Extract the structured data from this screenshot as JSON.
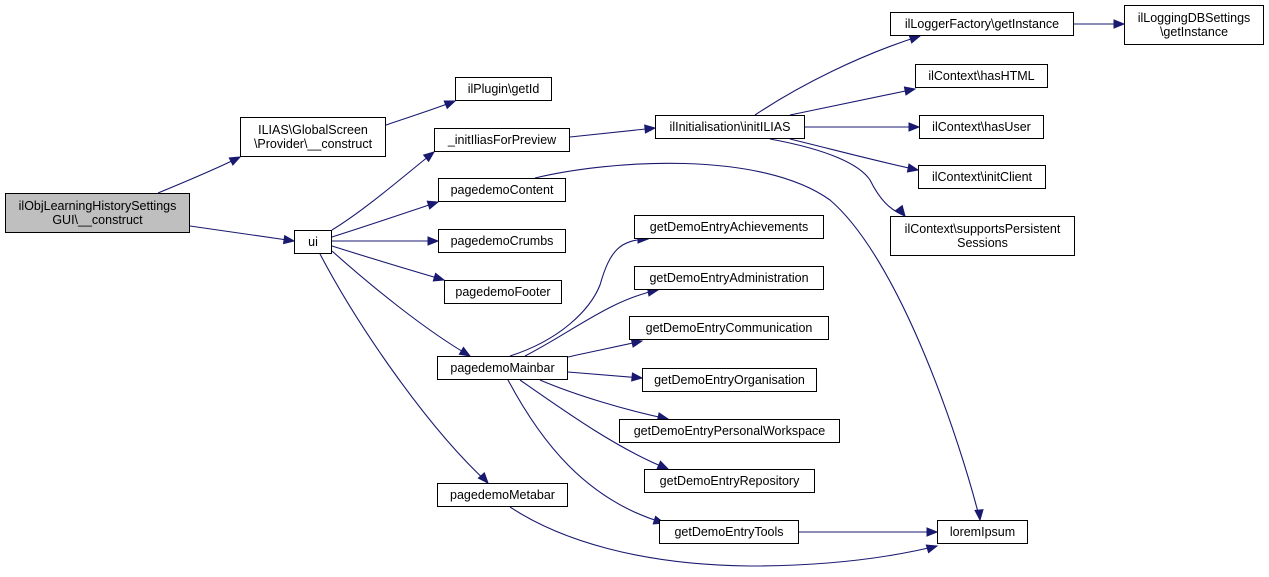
{
  "graph": {
    "nodes": [
      {
        "id": "root",
        "lines": [
          "ilObjLearningHistorySettings",
          "GUI\\__construct"
        ],
        "root": true
      },
      {
        "id": "provider",
        "lines": [
          "ILIAS\\GlobalScreen",
          "\\Provider\\__construct"
        ]
      },
      {
        "id": "ui",
        "lines": [
          "ui"
        ]
      },
      {
        "id": "plugin",
        "lines": [
          "ilPlugin\\getId"
        ]
      },
      {
        "id": "initpreview",
        "lines": [
          "_initIliasForPreview"
        ]
      },
      {
        "id": "content",
        "lines": [
          "pagedemoContent"
        ]
      },
      {
        "id": "crumbs",
        "lines": [
          "pagedemoCrumbs"
        ]
      },
      {
        "id": "footer",
        "lines": [
          "pagedemoFooter"
        ]
      },
      {
        "id": "mainbar",
        "lines": [
          "pagedemoMainbar"
        ]
      },
      {
        "id": "metabar",
        "lines": [
          "pagedemoMetabar"
        ]
      },
      {
        "id": "initilias",
        "lines": [
          "ilInitialisation\\initILIAS"
        ]
      },
      {
        "id": "achievements",
        "lines": [
          "getDemoEntryAchievements"
        ]
      },
      {
        "id": "administration",
        "lines": [
          "getDemoEntryAdministration"
        ]
      },
      {
        "id": "communication",
        "lines": [
          "getDemoEntryCommunication"
        ]
      },
      {
        "id": "organisation",
        "lines": [
          "getDemoEntryOrganisation"
        ]
      },
      {
        "id": "personal",
        "lines": [
          "getDemoEntryPersonalWorkspace"
        ]
      },
      {
        "id": "repository",
        "lines": [
          "getDemoEntryRepository"
        ]
      },
      {
        "id": "tools",
        "lines": [
          "getDemoEntryTools"
        ]
      },
      {
        "id": "loggerfactory",
        "lines": [
          "ilLoggerFactory\\getInstance"
        ]
      },
      {
        "id": "hashtml",
        "lines": [
          "ilContext\\hasHTML"
        ]
      },
      {
        "id": "hasuser",
        "lines": [
          "ilContext\\hasUser"
        ]
      },
      {
        "id": "initclient",
        "lines": [
          "ilContext\\initClient"
        ]
      },
      {
        "id": "persistent",
        "lines": [
          "ilContext\\supportsPersistent",
          "Sessions"
        ]
      },
      {
        "id": "loremipsum",
        "lines": [
          "loremIpsum"
        ]
      },
      {
        "id": "dbsettings",
        "lines": [
          "ilLoggingDBSettings",
          "\\getInstance"
        ]
      }
    ],
    "edges": [
      [
        "root",
        "provider"
      ],
      [
        "root",
        "ui"
      ],
      [
        "provider",
        "plugin"
      ],
      [
        "ui",
        "initpreview"
      ],
      [
        "ui",
        "content"
      ],
      [
        "ui",
        "crumbs"
      ],
      [
        "ui",
        "footer"
      ],
      [
        "ui",
        "mainbar"
      ],
      [
        "ui",
        "metabar"
      ],
      [
        "initpreview",
        "initilias"
      ],
      [
        "content",
        "loremipsum"
      ],
      [
        "mainbar",
        "achievements"
      ],
      [
        "mainbar",
        "administration"
      ],
      [
        "mainbar",
        "communication"
      ],
      [
        "mainbar",
        "organisation"
      ],
      [
        "mainbar",
        "personal"
      ],
      [
        "mainbar",
        "repository"
      ],
      [
        "mainbar",
        "tools"
      ],
      [
        "metabar",
        "loremipsum"
      ],
      [
        "tools",
        "loremipsum"
      ],
      [
        "initilias",
        "loggerfactory"
      ],
      [
        "initilias",
        "hashtml"
      ],
      [
        "initilias",
        "hasuser"
      ],
      [
        "initilias",
        "initclient"
      ],
      [
        "initilias",
        "persistent"
      ],
      [
        "loggerfactory",
        "dbsettings"
      ]
    ]
  }
}
